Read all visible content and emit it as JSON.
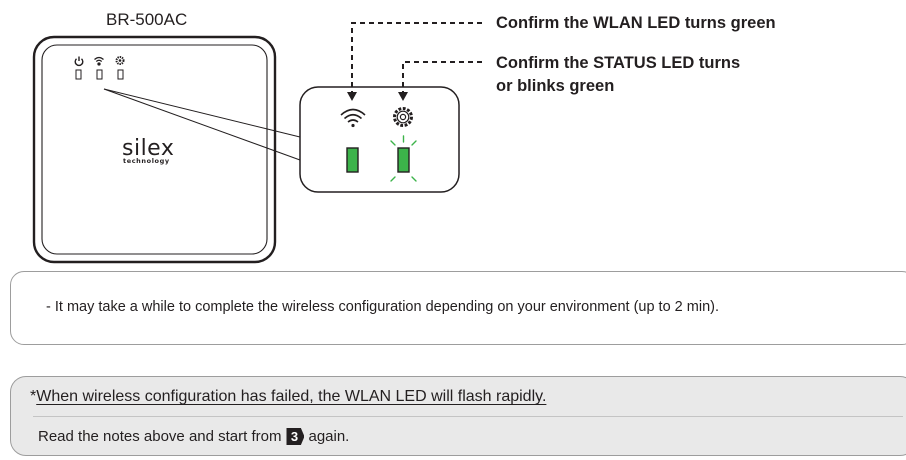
{
  "device": {
    "model": "BR-500AC",
    "brand": "silex",
    "brand_sub": "technology",
    "indicators": [
      "power-icon",
      "wifi-icon",
      "gear-icon"
    ]
  },
  "callouts": {
    "wlan": "Confirm the WLAN LED turns green",
    "status_line1": "Confirm the STATUS LED turns",
    "status_line2": "or blinks green"
  },
  "led_color": "#3cb34a",
  "note": "- It may take a while to complete the wireless configuration depending on your environment (up to 2 min).",
  "failure": {
    "prefix": "*",
    "title": "When wireless configuration has failed, the WLAN LED will flash rapidly.",
    "body_before": "Read the notes above and start from",
    "step": "3",
    "body_after": "again."
  }
}
